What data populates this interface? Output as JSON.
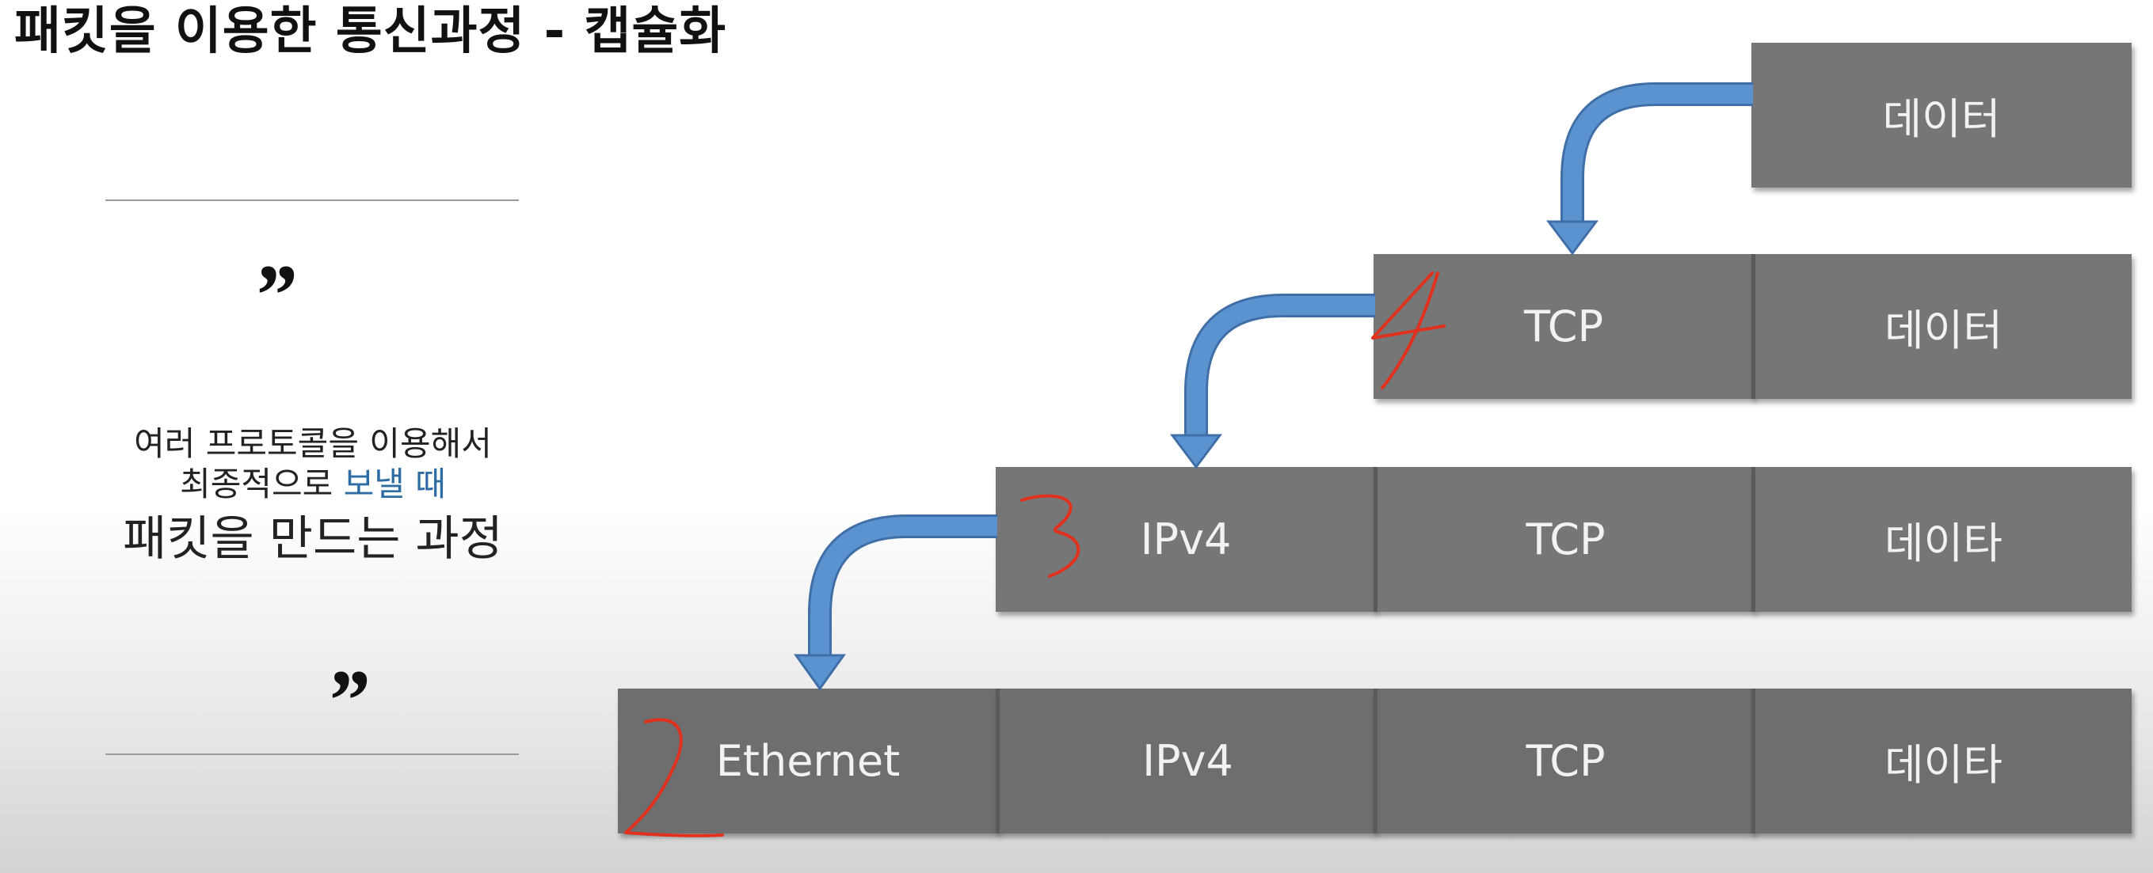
{
  "title": "패킷을 이용한 통신과정 - 캡슐화",
  "sidebar": {
    "quote_mark": "”",
    "line1": "여러 프로토콜을 이용해서",
    "line2_prefix": "최종적으로 ",
    "line2_accent": "보낼 때",
    "line3": "패킷을 만드는 과정"
  },
  "rows": {
    "row1": [
      "데이터"
    ],
    "row2": [
      "TCP",
      "데이터"
    ],
    "row3": [
      "IPv4",
      "TCP",
      "데이타"
    ],
    "row4": [
      "Ethernet",
      "IPv4",
      "TCP",
      "데이타"
    ]
  },
  "colors": {
    "box": "#767676",
    "arrow": "#5b93d0",
    "arrow_outline": "#3f6fa6",
    "annotation": "#e0301e",
    "accent_text": "#2e6da4"
  }
}
